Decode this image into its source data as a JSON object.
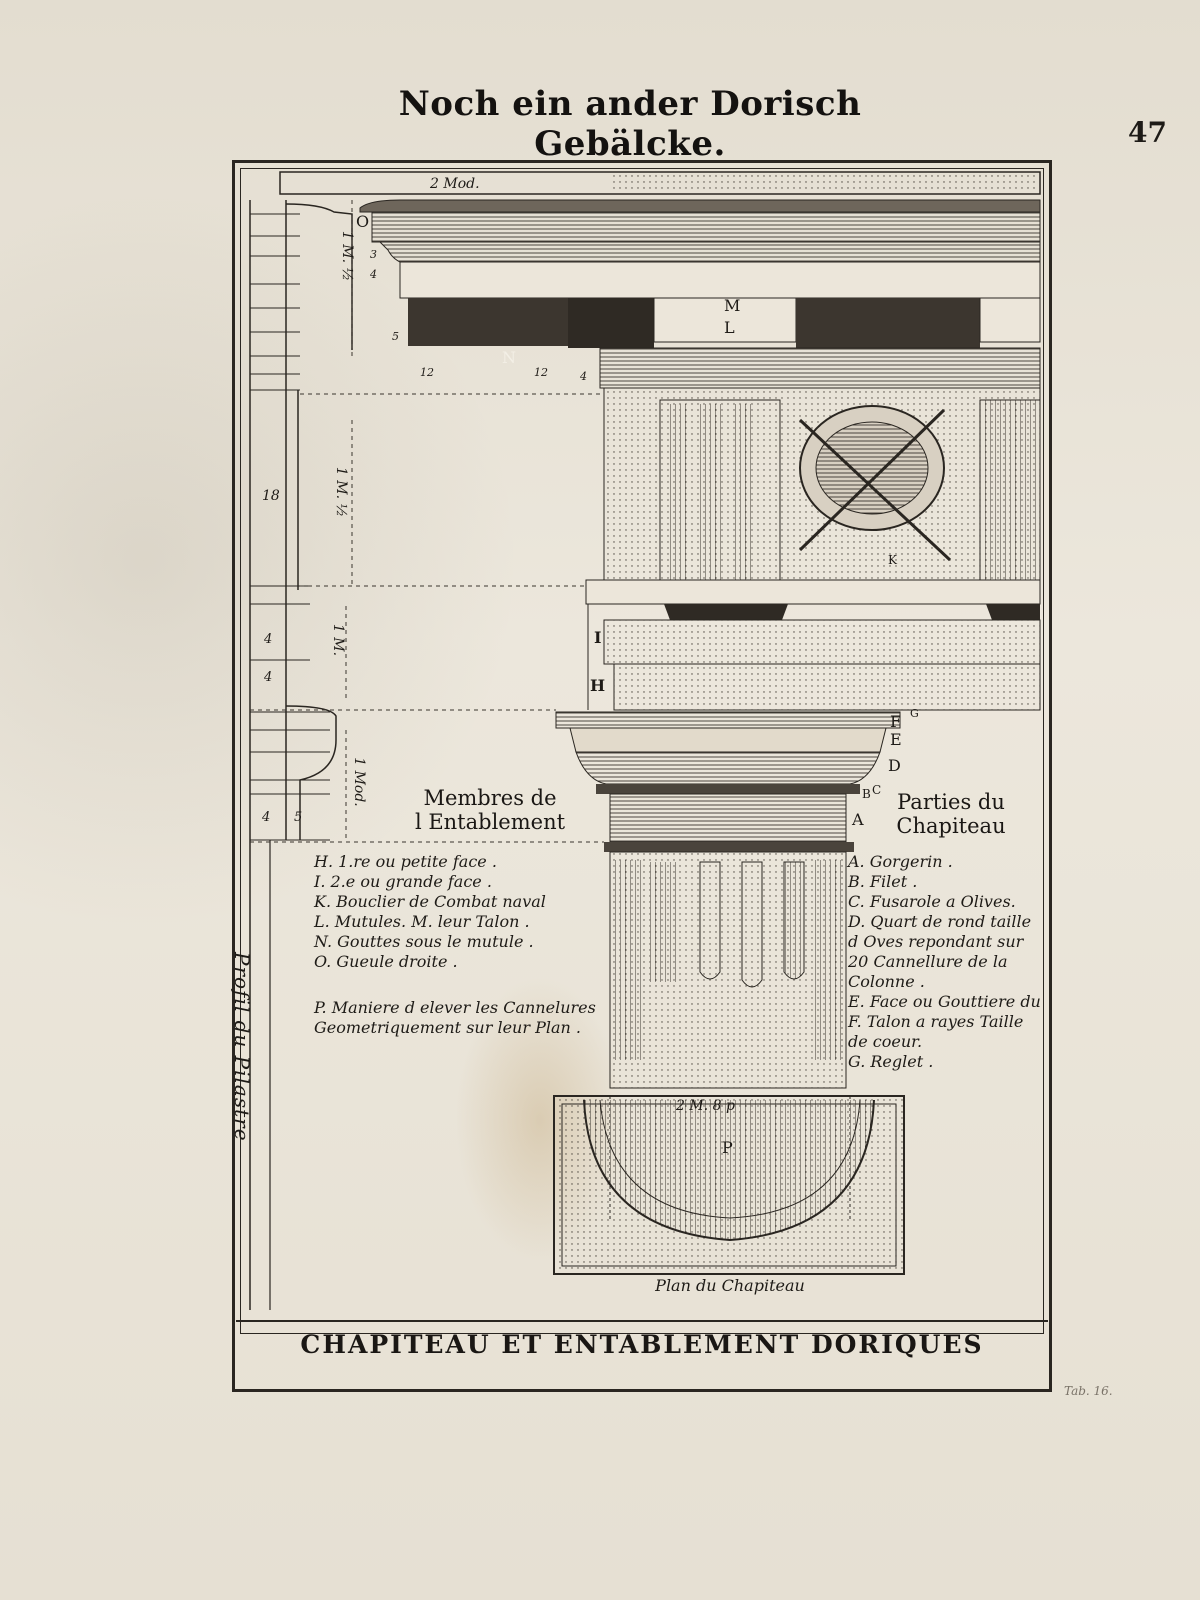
{
  "page": {
    "heading": "Noch ein ander Dorisch Gebälcke.",
    "number": "47"
  },
  "scales": {
    "top_module": "2 Mod.",
    "cornice_module": "1 M. ½",
    "frieze_module": "1 M. ½",
    "architrave_module": "1 M.",
    "capital_module": "1 Mod.",
    "plan_module": "2 M. 8 p"
  },
  "letters": {
    "O": "O",
    "N": "N",
    "M": "M",
    "L": "L",
    "K": "K",
    "I": "I",
    "H": "H",
    "G": "G",
    "F": "F",
    "E": "E",
    "D": "D",
    "C": "C",
    "B": "B",
    "A": "A",
    "P": "P"
  },
  "measures": {
    "n_12a": "12",
    "n_12b": "12",
    "n_4a": "4",
    "n_3": "3",
    "n_4b": "4",
    "n_5a": "5",
    "n_18": "18",
    "n_4c": "4",
    "n_4d": "4",
    "n_4e": "4",
    "n_5b": "5"
  },
  "entablement": {
    "title_line1": "Membres de",
    "title_line2": "l Entablement",
    "items": [
      "H. 1.re ou petite face .",
      "I. 2.e ou grande face .",
      "K. Bouclier de Combat naval",
      "L. Mutules. M. leur Talon .",
      "N. Gouttes sous le mutule .",
      "O. Gueule droite ."
    ],
    "note": "P. Maniere d elever les Cannelures Geometriquement sur leur Plan ."
  },
  "capital": {
    "title_line1": "Parties du",
    "title_line2": "Chapiteau",
    "items": [
      "A. Gorgerin .",
      "B. Filet .",
      "C. Fusarole a Olives.",
      "D. Quart de rond taille d Oves repondant sur 20 Cannellure de la Colonne .",
      "E. Face ou Gouttiere du",
      "F. Talon a rayes Taille de coeur.",
      "G. Reglet ."
    ]
  },
  "profile_caption": "Profil du Pilastre",
  "plan_caption": "Plan du Chapiteau",
  "plate_caption": "CHAPITEAU ET ENTABLEMENT DORIQUES",
  "engraver_mark": "Tab. 16."
}
